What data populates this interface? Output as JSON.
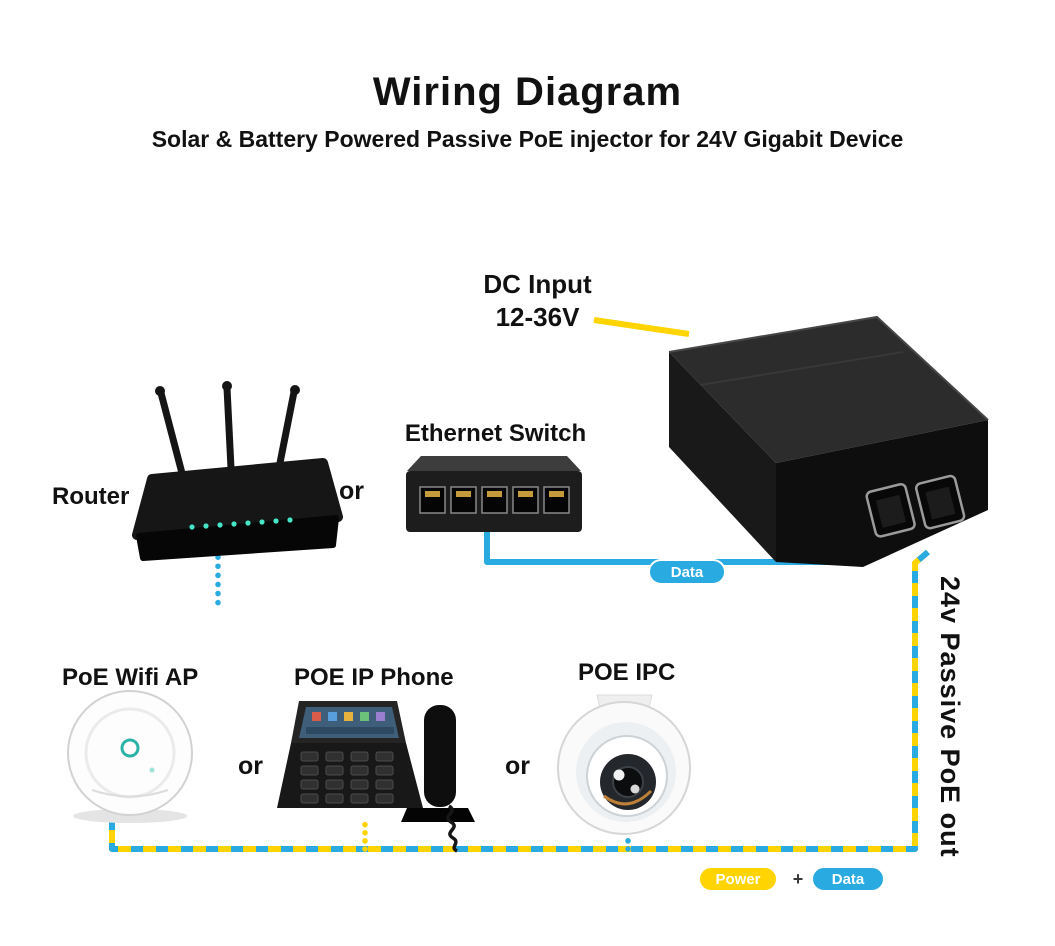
{
  "header": {
    "title": "Wiring Diagram",
    "subtitle": "Solar & Battery Powered Passive PoE injector for 24V Gigabit Device"
  },
  "injector": {
    "dc_input_title": "DC Input",
    "dc_input_voltage": "12-36V",
    "output_label": "24v Passive PoE out"
  },
  "inputs": {
    "router_label": "Router",
    "or_label": "or",
    "switch_label": "Ethernet Switch",
    "data_badge": "Data"
  },
  "outputs": {
    "wifi_ap_label": "PoE Wifi AP",
    "or_label_1": "or",
    "ip_phone_label": "POE IP Phone",
    "or_label_2": "or",
    "ipc_label": "POE IPC",
    "power_badge": "Power",
    "plus": "+",
    "data_badge": "Data"
  },
  "colors": {
    "data": "#29abe2",
    "power": "#ffd400",
    "text": "#111111",
    "badge_text": "#ffffff"
  }
}
